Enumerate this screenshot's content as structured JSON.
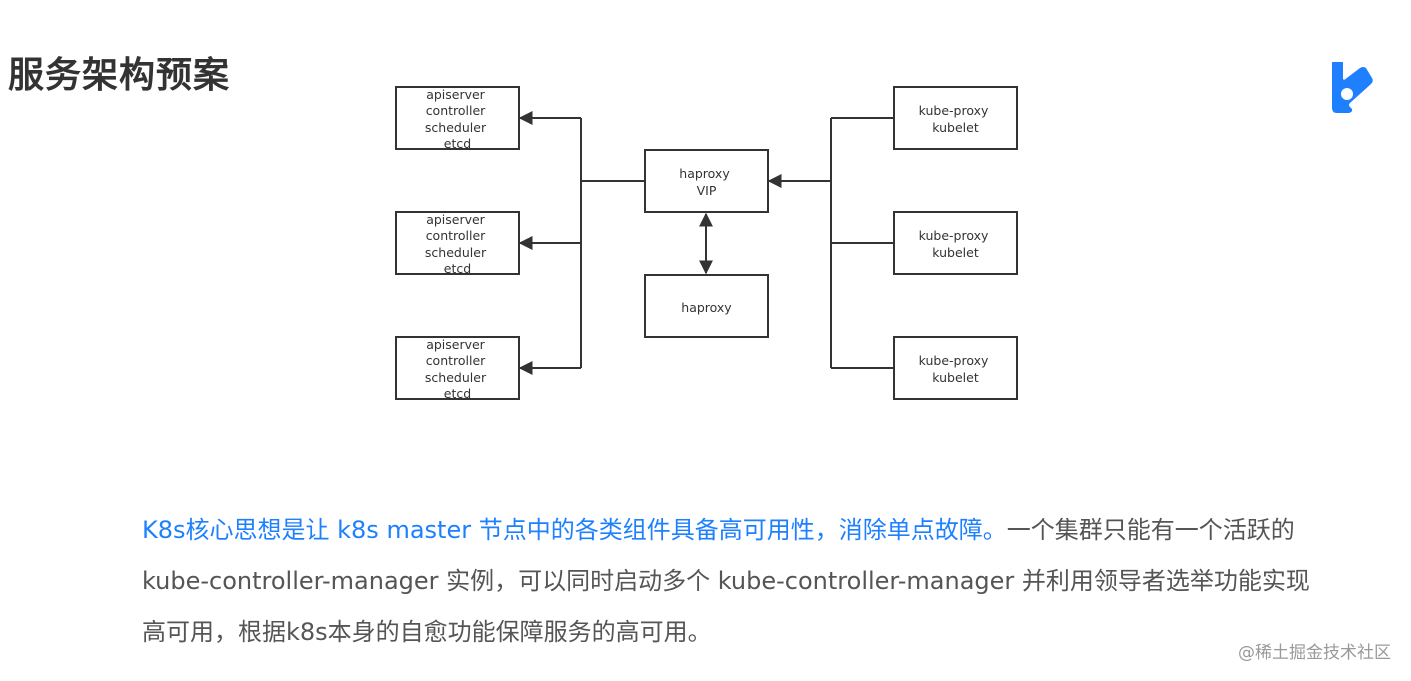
{
  "page_title": "服务架构预案",
  "diagram": {
    "masters": [
      {
        "lines": [
          "apiserver",
          "controller",
          "scheduler",
          "etcd"
        ]
      },
      {
        "lines": [
          "apiserver",
          "controller",
          "scheduler",
          "etcd"
        ]
      },
      {
        "lines": [
          "apiserver",
          "controller",
          "scheduler",
          "etcd"
        ]
      }
    ],
    "haproxy_vip": {
      "lines": [
        "haproxy",
        "VIP"
      ]
    },
    "haproxy_backup": {
      "lines": [
        "haproxy"
      ]
    },
    "nodes": [
      {
        "lines": [
          "kube-proxy",
          "kubelet"
        ]
      },
      {
        "lines": [
          "kube-proxy",
          "kubelet"
        ]
      },
      {
        "lines": [
          "kube-proxy",
          "kubelet"
        ]
      }
    ]
  },
  "paragraph": {
    "highlight": "K8s核心思想是让 k8s master 节点中的各类组件具备高可用性，消除单点故障。",
    "rest": "一个集群只能有一个活跃的 kube-controller-manager 实例，可以同时启动多个 kube-controller-manager 并利用领导者选举功能实现高可用，根据k8s本身的自愈功能保障服务的高可用。"
  },
  "watermark": "@稀土掘金技术社区",
  "colors": {
    "accent": "#1e80ff",
    "text": "#555555",
    "title": "#333333",
    "line": "#333333"
  },
  "icons": {
    "logo": "juejin-logo-icon"
  }
}
